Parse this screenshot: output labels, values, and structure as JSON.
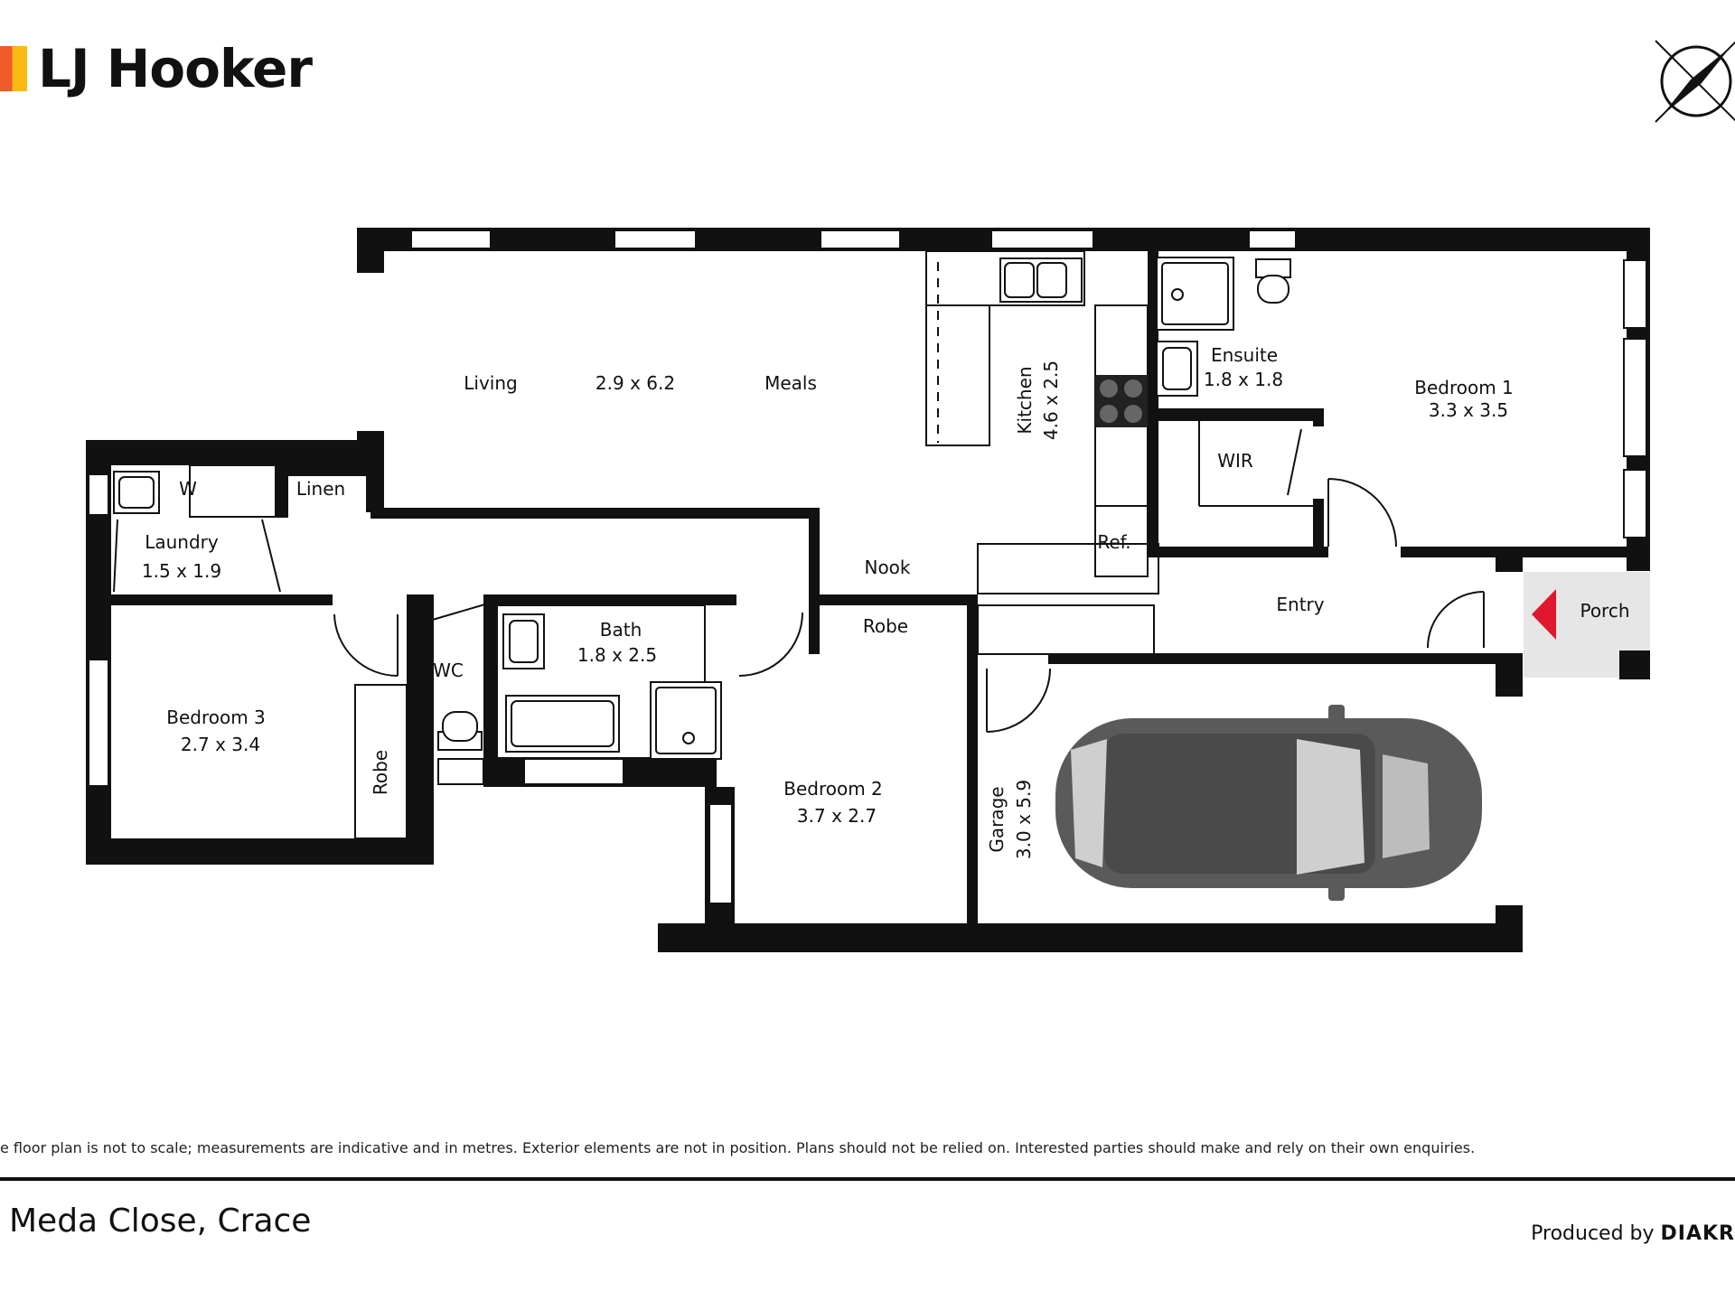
{
  "brand": {
    "name": "LJ Hooker"
  },
  "rooms": {
    "living": "Living",
    "living_dim": "2.9 x 6.2",
    "meals": "Meals",
    "kitchen": "Kitchen",
    "kitchen_dim": "4.6 x 2.5",
    "ensuite": "Ensuite",
    "ensuite_dim": "1.8 x 1.8",
    "bedroom1": "Bedroom 1",
    "bedroom1_dim": "3.3 x 3.5",
    "wir": "WIR",
    "laundry": "Laundry",
    "laundry_dim": "1.5 x 1.9",
    "w": "W",
    "linen": "Linen",
    "nook": "Nook",
    "ref": "Ref.",
    "entry": "Entry",
    "porch": "Porch",
    "bath": "Bath",
    "bath_dim": "1.8 x 2.5",
    "wc": "WC",
    "robe_mid": "Robe",
    "bedroom3": "Bedroom 3",
    "bedroom3_dim": "2.7 x 3.4",
    "robe_b3": "Robe",
    "bedroom2": "Bedroom 2",
    "bedroom2_dim": "3.7 x 2.7",
    "garage": "Garage",
    "garage_dim": "3.0 x 5.9"
  },
  "icons": [
    "compass-icon",
    "entrance-arrow-icon",
    "car-icon",
    "sink-icon",
    "cooktop-icon",
    "shower-icon",
    "toilet-icon",
    "bathtub-icon"
  ],
  "colors": {
    "wall": "#111111",
    "entrance_arrow": "#e0182d",
    "porch_fill": "#e6e6e6",
    "car_body": "#5a5a5a"
  },
  "footer": {
    "disclaimer": "e floor plan is not to scale; measurements are indicative and in metres. Exterior elements are not in position. Plans should not be relied on. Interested parties should make and rely on their own enquiries.",
    "address": "Meda Close, Crace",
    "produced_by": "Produced by",
    "producer": "DIAKR"
  }
}
